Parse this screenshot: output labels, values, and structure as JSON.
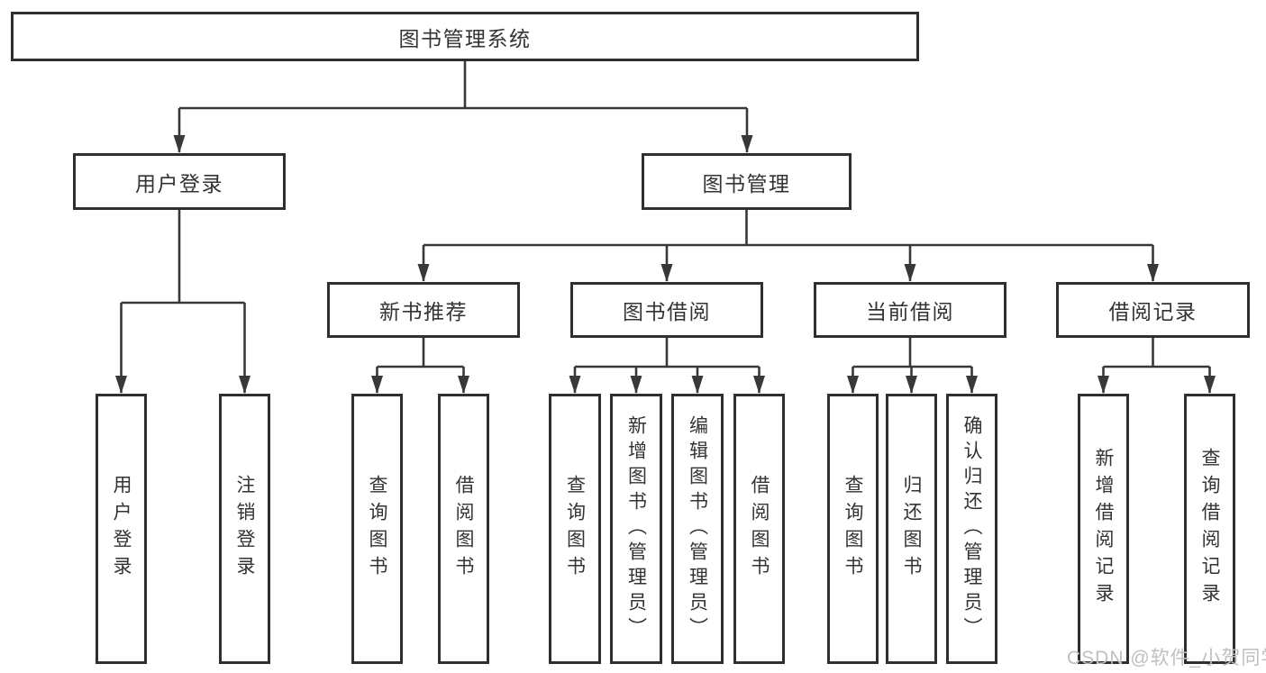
{
  "diagram": {
    "title": "图书管理系统",
    "root": {
      "label": "图书管理系统"
    },
    "level1": [
      {
        "label": "用户登录"
      },
      {
        "label": "图书管理"
      }
    ],
    "level2": [
      {
        "label": "新书推荐"
      },
      {
        "label": "图书借阅"
      },
      {
        "label": "当前借阅"
      },
      {
        "label": "借阅记录"
      }
    ],
    "leaves": {
      "user_login": [
        {
          "label": "用户登录"
        },
        {
          "label": "注销登录"
        }
      ],
      "new_book": [
        {
          "label": "查询图书"
        },
        {
          "label": "借阅图书"
        }
      ],
      "book_borrow": [
        {
          "label": "查询图书"
        },
        {
          "label": "新增图书（管理员）"
        },
        {
          "label": "编辑图书（管理员）"
        },
        {
          "label": "借阅图书"
        }
      ],
      "current_borrow": [
        {
          "label": "查询图书"
        },
        {
          "label": "归还图书"
        },
        {
          "label": "确认归还（管理员）"
        }
      ],
      "borrow_records": [
        {
          "label": "新增借阅记录"
        },
        {
          "label": "查询借阅记录"
        }
      ]
    },
    "colors": {
      "line": "#383838",
      "box_border": "#2f2f2f",
      "box_fill": "#ffffff",
      "text": "#333333",
      "watermark": "#bfbfbf"
    }
  },
  "watermark": {
    "text": "CSDN @软件_小贺同学"
  }
}
